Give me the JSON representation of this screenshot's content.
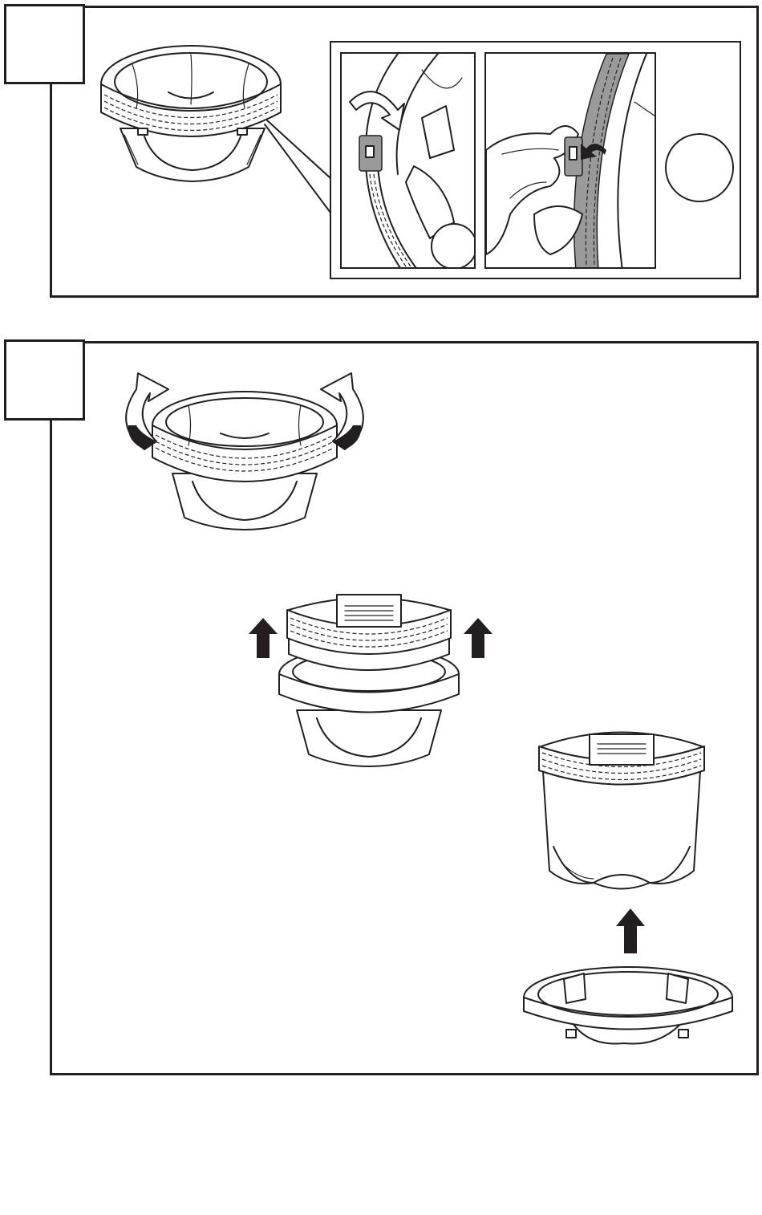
{
  "colors": {
    "line": "#231f20",
    "background": "#ffffff",
    "strap_gray": "#9a9a9a"
  },
  "steps": [
    {
      "id": "step-1",
      "label": "",
      "detail_views": [
        "tab-release-left",
        "tab-attach-right"
      ],
      "circle_marker": ""
    },
    {
      "id": "step-2",
      "label": "",
      "illustrations": [
        "fold-seat-pad-outward",
        "lift-seat-pad-off-ring",
        "separate-seat-from-base"
      ]
    }
  ],
  "icons": [
    "curved-arrow-icon",
    "up-arrow-icon",
    "callout-line"
  ]
}
